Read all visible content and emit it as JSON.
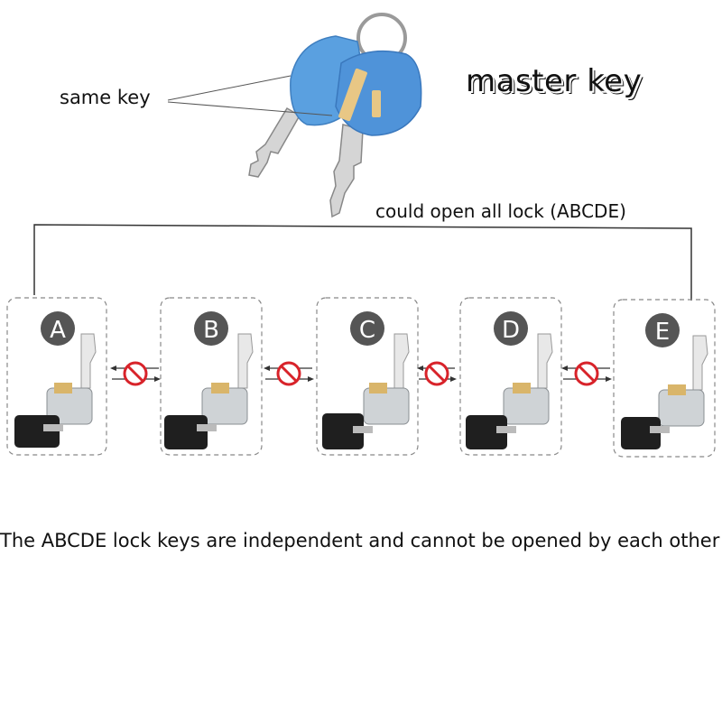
{
  "labels": {
    "same_key": "same key",
    "master_key": "master key",
    "could_open": "could open all lock (ABCDE)",
    "caption": "The ABCDE lock keys are independent and cannot be opened by each other"
  },
  "locks": [
    {
      "letter": "A"
    },
    {
      "letter": "B"
    },
    {
      "letter": "C"
    },
    {
      "letter": "D"
    },
    {
      "letter": "E"
    }
  ],
  "colors": {
    "master_key_blue": "#4f93d9",
    "badge_gray": "#555555",
    "prohibit_red": "#d8232a",
    "lock_key_black": "#1f1f1f"
  },
  "icons": [
    "master-key-icon",
    "lock-cylinder-icon",
    "prohibit-icon"
  ]
}
